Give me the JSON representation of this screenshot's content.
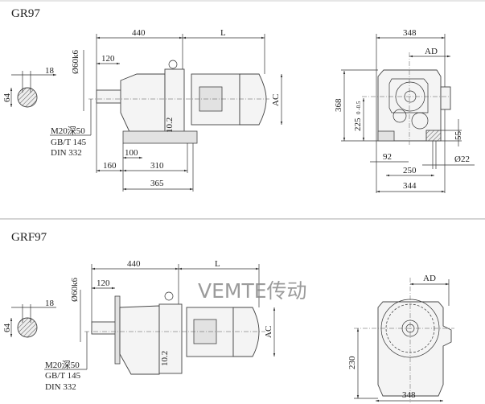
{
  "sections": [
    {
      "title": "GR97",
      "dims": {
        "overall_gear": "440",
        "motor_length": "L",
        "shaft_len": "120",
        "shaft_dia": "Ø60k6",
        "key_width": "18",
        "key_height": "64",
        "motor_dia": "AC",
        "offset": "10.2",
        "foot_offset": "100",
        "shaft_to_foot": "160",
        "foot_span": "310",
        "foot_length": "365"
      },
      "end_view": {
        "width": "348",
        "ad": "AD",
        "height": "368",
        "shaft_height": "225",
        "shaft_height_tol": "0 -0.5",
        "foot_thk": "55",
        "foot_edge": "92",
        "bolt_dia": "Ø22",
        "hole_span": "250",
        "foot_width": "344"
      },
      "notes": [
        "M20深50",
        "GB/T 145",
        "DIN 332"
      ]
    },
    {
      "title": "GRF97",
      "dims": {
        "overall_gear": "440",
        "motor_length": "L",
        "shaft_len": "120",
        "shaft_dia": "Ø60k6",
        "key_width": "18",
        "key_height": "64",
        "motor_dia": "AC",
        "offset": "10.2"
      },
      "end_view": {
        "ad": "AD",
        "center_height": "230",
        "width": "348"
      },
      "notes": [
        "M20深50",
        "GB/T 145",
        "DIN 332"
      ]
    }
  ],
  "watermark": "VEMTE传动"
}
